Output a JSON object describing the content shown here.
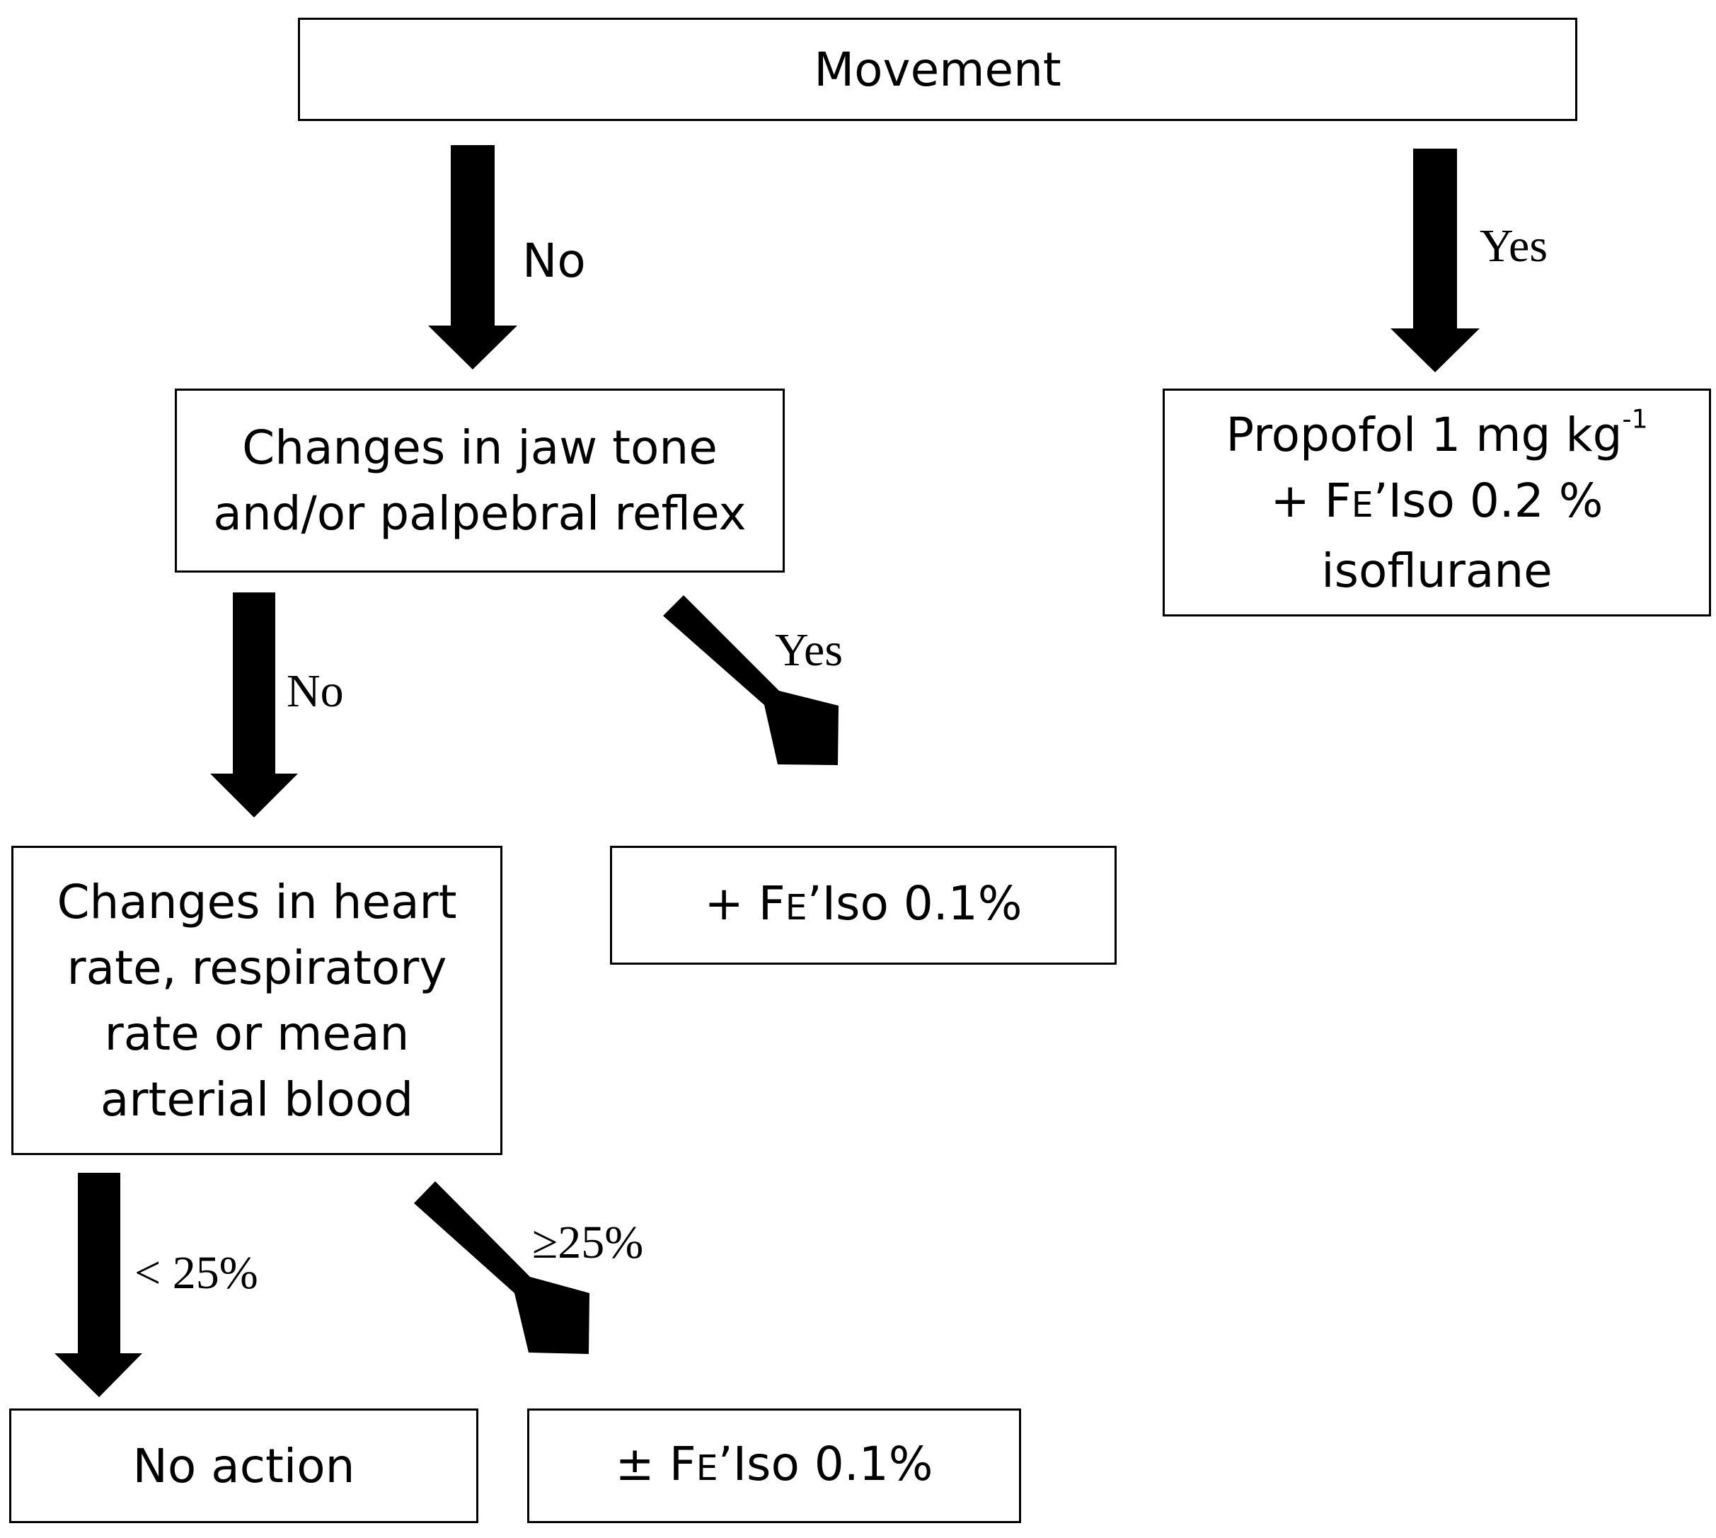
{
  "nodes": {
    "movement": "Movement",
    "jaw_tone": [
      "Changes in jaw tone",
      "and/or palpebral reflex"
    ],
    "propofol": {
      "line1_main": "Propofol 1 mg kg",
      "line1_sup": "-1",
      "line2_pre": "+ F",
      "line2_sub": "E",
      "line2_post": "’Iso 0.2 %",
      "line3": "isoflurane"
    },
    "heart_rate": [
      "Changes in heart",
      "rate, respiratory",
      "rate or mean",
      "arterial blood"
    ],
    "plus_iso": {
      "pre": "+ F",
      "sub": "E",
      "post": "’Iso 0.1%"
    },
    "no_action": "No action",
    "pm_iso": {
      "pre": "± F",
      "sub": "E",
      "post": "’Iso 0.1%"
    }
  },
  "edges": {
    "movement_no": "No",
    "movement_yes": "Yes",
    "jaw_no": "No",
    "jaw_yes": "Yes",
    "hr_lt": "< 25%",
    "hr_ge": "≥25%"
  },
  "colors": {
    "stroke": "#000000",
    "fill": "#ffffff",
    "text": "#000000"
  }
}
